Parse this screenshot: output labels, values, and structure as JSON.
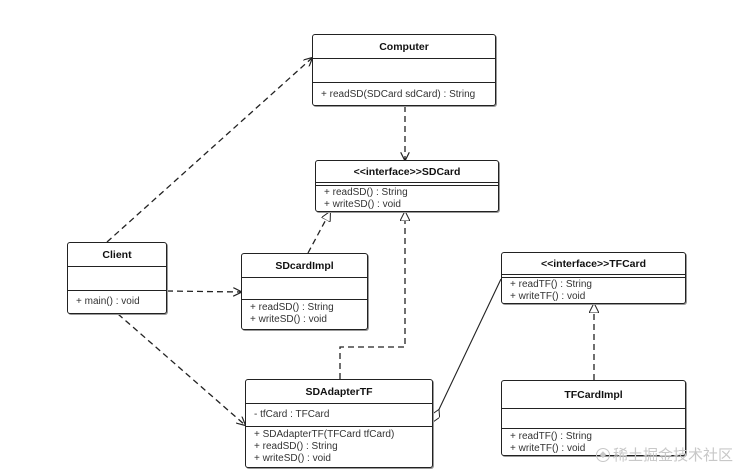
{
  "classes": {
    "computer": {
      "name": "Computer",
      "attributes": [],
      "methods": [
        "+ readSD(SDCard sdCard) : String"
      ]
    },
    "sdcard": {
      "name": "<<interface>>SDCard",
      "attributes": [],
      "methods": [
        "+ readSD() : String",
        "+ writeSD() : void"
      ]
    },
    "client": {
      "name": "Client",
      "attributes": [],
      "methods": [
        "+ main() : void"
      ]
    },
    "sdcardimpl": {
      "name": "SDcardImpl",
      "attributes": [],
      "methods": [
        "+ readSD() : String",
        "+ writeSD() : void"
      ]
    },
    "tfcard": {
      "name": "<<interface>>TFCard",
      "attributes": [],
      "methods": [
        "+ readTF() : String",
        "+ writeTF() : void"
      ]
    },
    "sdadaptertf": {
      "name": "SDAdapterTF",
      "attributes": [
        "- tfCard : TFCard"
      ],
      "methods": [
        "+ SDAdapterTF(TFCard tfCard)",
        "+ readSD() : String",
        "+ writeSD() : void"
      ]
    },
    "tfcardimpl": {
      "name": "TFCardImpl",
      "attributes": [],
      "methods": [
        "+ readTF() : String",
        "+ writeTF() : void"
      ]
    }
  },
  "relations": [
    {
      "from": "client",
      "to": "computer",
      "kind": "dependency"
    },
    {
      "from": "client",
      "to": "sdcardimpl",
      "kind": "dependency"
    },
    {
      "from": "client",
      "to": "sdadaptertf",
      "kind": "dependency"
    },
    {
      "from": "computer",
      "to": "sdcard",
      "kind": "dependency"
    },
    {
      "from": "sdcardimpl",
      "to": "sdcard",
      "kind": "realization"
    },
    {
      "from": "sdadaptertf",
      "to": "sdcard",
      "kind": "realization"
    },
    {
      "from": "tfcardimpl",
      "to": "tfcard",
      "kind": "realization"
    },
    {
      "from": "sdadaptertf",
      "to": "tfcard",
      "kind": "aggregation"
    }
  ],
  "watermark": {
    "text": "稀土掘金技术社区",
    "logo": "juejin-logo-icon"
  },
  "colors": {
    "line": "#222222",
    "text": "#333333",
    "watermark": "#c8c8c8"
  }
}
